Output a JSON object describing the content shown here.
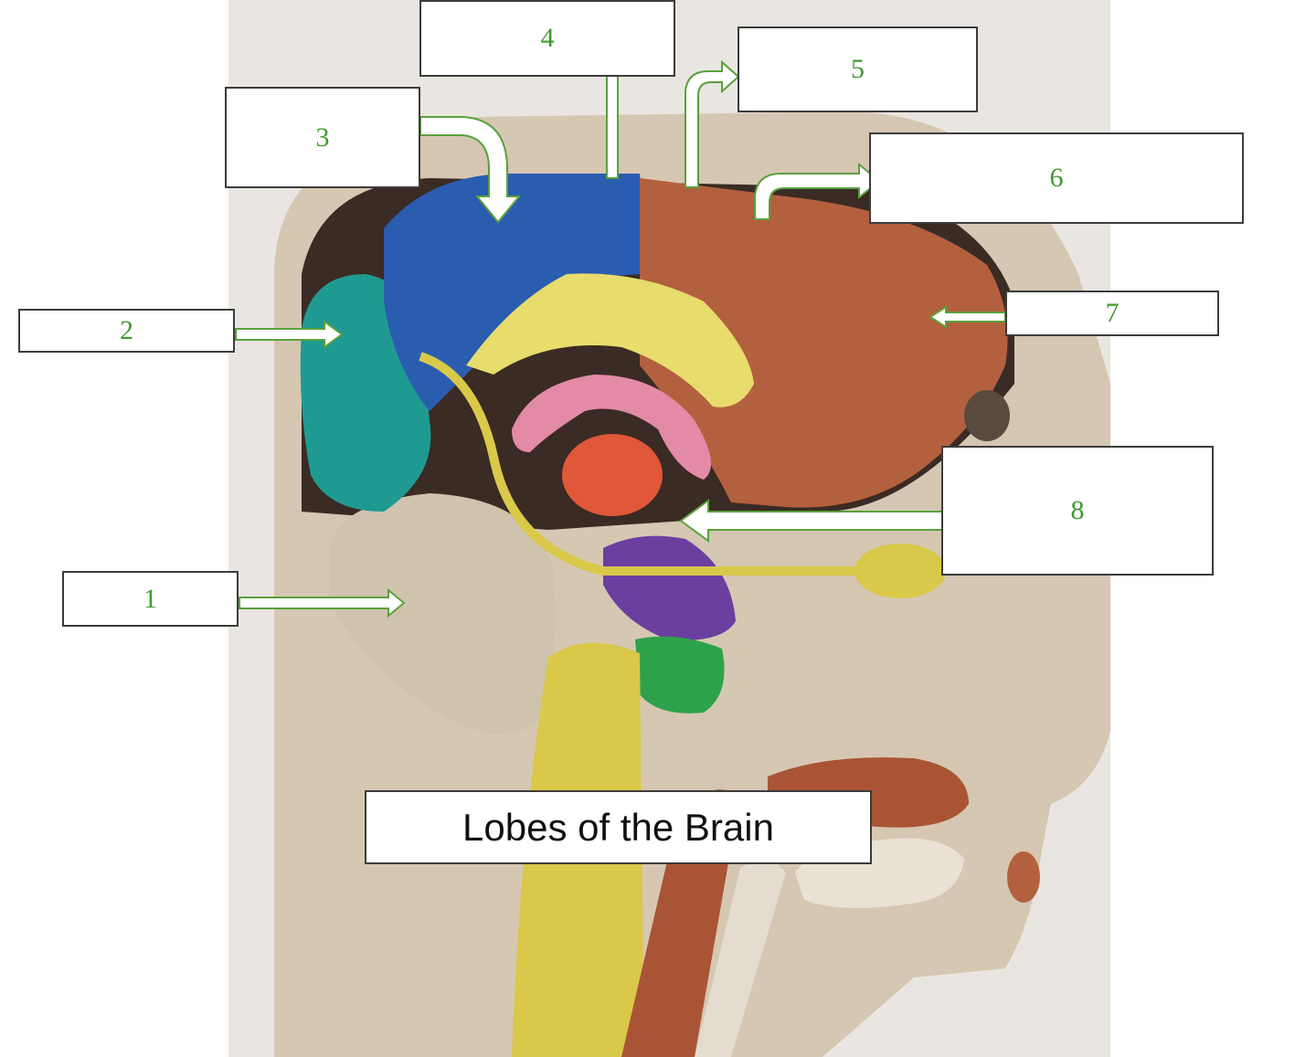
{
  "title": "Lobes of the Brain",
  "labels": [
    {
      "id": "1",
      "text": "1"
    },
    {
      "id": "2",
      "text": "2"
    },
    {
      "id": "3",
      "text": "3"
    },
    {
      "id": "4",
      "text": "4"
    },
    {
      "id": "5",
      "text": "5"
    },
    {
      "id": "6",
      "text": "6"
    },
    {
      "id": "7",
      "text": "7"
    },
    {
      "id": "8",
      "text": "8"
    }
  ],
  "colors": {
    "label_text": "#3f9a2e",
    "arrow_fill": "#ffffff",
    "arrow_outline": "#5aa03c",
    "occipital_teal": "#1f9a92",
    "parietal_blue": "#2a5cb0",
    "frontal_brown": "#b3603e",
    "cerebellum_beige": "#cfc3ad",
    "corpus_callosum_yellow": "#e7dc6c",
    "fornix_pink": "#e28aa6",
    "brainstem_yellow": "#d9c84a",
    "pons_purple": "#6a3fa0",
    "medulla_green": "#2ea24a"
  }
}
